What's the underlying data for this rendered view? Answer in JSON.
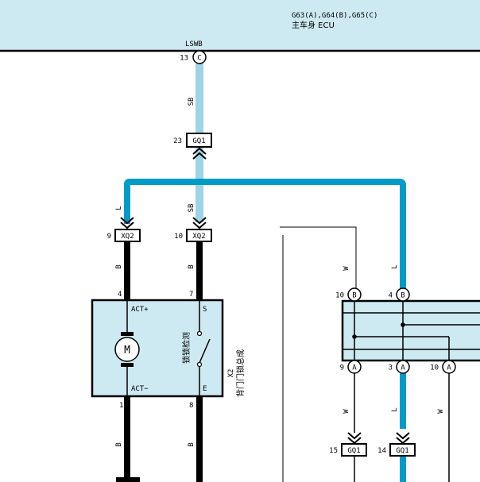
{
  "ecu": {
    "codes": "G63(A),G64(B),G65(C)",
    "name": "主车身 ECU",
    "terminal_name": "LSWB",
    "terminal_pin": "13",
    "terminal_letter": "C"
  },
  "wire_colors": {
    "sb": "SB",
    "l": "L",
    "b": "B",
    "w": "W"
  },
  "colors": {
    "ecu_panel": "#cde9f2",
    "component_fill": "#cde9f2",
    "sb_wire": "#9fd4e6",
    "l_wire": "#009bc6",
    "b_wire": "#000000",
    "w_wire": "#000000"
  },
  "connectors": {
    "gq1_top": {
      "pin": "23",
      "label": "GQ1"
    },
    "xq2_left": {
      "pin": "9",
      "label": "XQ2"
    },
    "xq2_right": {
      "pin": "10",
      "label": "XQ2"
    },
    "gq1_bottom_left": {
      "pin": "15",
      "label": "GQ1"
    },
    "gq1_bottom_right": {
      "pin": "14",
      "label": "GQ1"
    }
  },
  "lock_assembly": {
    "code": "X2",
    "name": "背门门锁总成",
    "pin_act_plus": "4",
    "act_plus": "ACT+",
    "pin_act_minus": "1",
    "act_minus": "ACT−",
    "pin_s": "7",
    "s": "S",
    "pin_e": "8",
    "e": "E",
    "motor": "M",
    "switch_label": "锁锁检测"
  },
  "right_component": {
    "top_pins": [
      {
        "pin": "10",
        "letter": "B"
      },
      {
        "pin": "4",
        "letter": "B"
      }
    ],
    "bottom_pins": [
      {
        "pin": "9",
        "letter": "A"
      },
      {
        "pin": "3",
        "letter": "A"
      },
      {
        "pin": "10",
        "letter": "A"
      }
    ]
  }
}
